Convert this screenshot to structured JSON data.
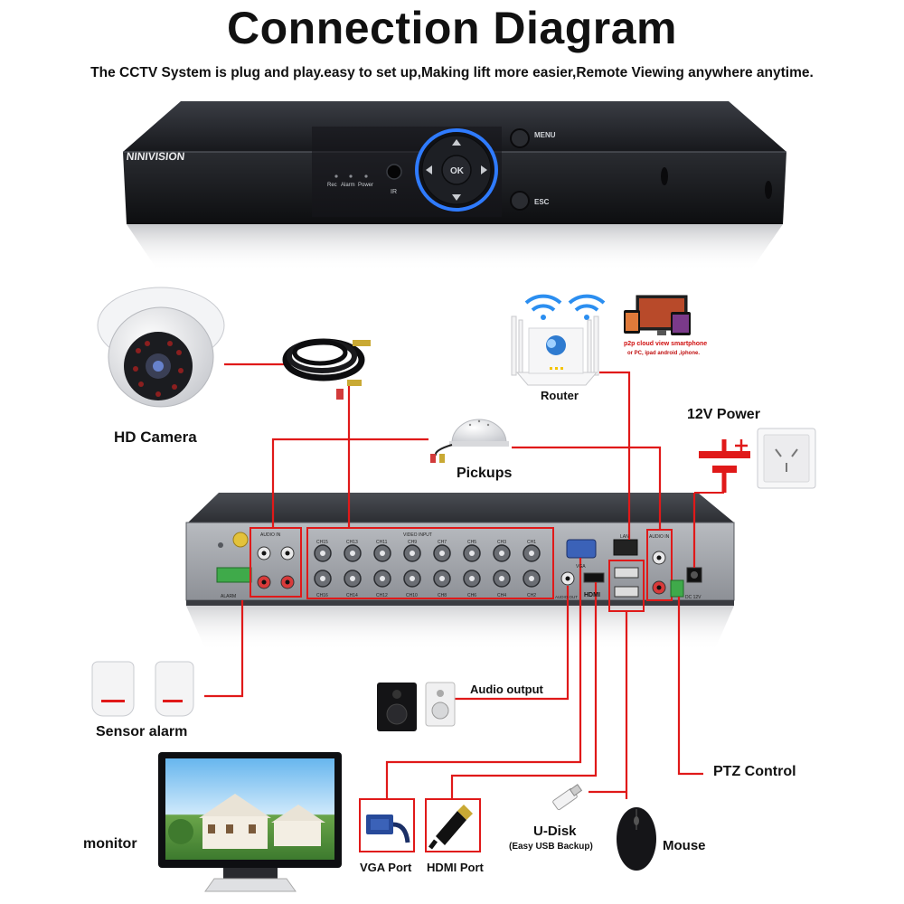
{
  "title": "Connection Diagram",
  "subtitle": "The CCTV System is plug and play.easy to set up,Making lift more easier,Remote Viewing anywhere anytime.",
  "dvr": {
    "brand": "NINIVISION",
    "indicators": [
      "Rec",
      "Alarm",
      "Power"
    ],
    "ir_label": "IR",
    "ok_label": "OK",
    "menu_label": "MENU",
    "esc_label": "ESC"
  },
  "back_panel": {
    "audio_in_left": "AUDIO IN",
    "video_input": "VIDEO INPUT",
    "audio_in_right": "AUDIO IN",
    "alarm": "ALARM",
    "vga": "VGA",
    "hdmi": "HDMI",
    "audio_out": "AUDIO OUT",
    "lan": "LAN",
    "dc": "DC 12V",
    "channels_top": [
      "CH15",
      "CH13",
      "CH11",
      "CH9",
      "CH7",
      "CH5",
      "CH3",
      "CH1"
    ],
    "channels_bottom": [
      "CH16",
      "CH14",
      "CH12",
      "CH10",
      "CH8",
      "CH6",
      "CH4",
      "CH2"
    ]
  },
  "labels": {
    "hd_camera": "HD Camera",
    "router": "Router",
    "p2p_line1": "p2p cloud  view smartphone",
    "p2p_line2": "or PC, ipad android ,iphone.",
    "power": "12V Power",
    "pickups": "Pickups",
    "sensor_alarm": "Sensor alarm",
    "audio_output": "Audio output",
    "ptz": "PTZ Control",
    "monitor": "monitor",
    "vga_port": "VGA Port",
    "hdmi_port": "HDMI Port",
    "udisk": "U-Disk",
    "udisk_sub": "(Easy USB Backup)",
    "mouse": "Mouse"
  },
  "colors": {
    "wire": "#e01919",
    "dvr_body": "#1b1d22",
    "led_ring": "#2f7bff"
  }
}
